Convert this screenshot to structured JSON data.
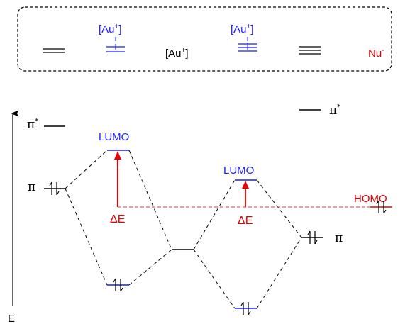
{
  "colors": {
    "black": "#000000",
    "blue": "#1a1aff",
    "red": "#e60000",
    "dash_red": "#ff3333"
  },
  "legend": {
    "au_plus_1": "[Au",
    "au_plus_1_sup": "+",
    "au_plus_1_close": "]",
    "au_plus_mid": "[Au",
    "au_plus_mid_sup": "+",
    "au_plus_mid_close": "]",
    "au_plus_2": "[Au",
    "au_plus_2_sup": "+",
    "au_plus_2_close": "]",
    "nu": "Nu",
    "nu_sup": "-"
  },
  "diagram": {
    "axis_label": "E",
    "pi_star_left": "π",
    "pi_star_left_sup": "*",
    "pi_star_right": "π",
    "pi_star_right_sup": "*",
    "pi_left": "π",
    "pi_right": "π",
    "lumo_left": "LUMO",
    "lumo_right": "LUMO",
    "homo": "HOMO",
    "delta_e_left": "ΔE",
    "delta_e_right": "ΔE"
  }
}
